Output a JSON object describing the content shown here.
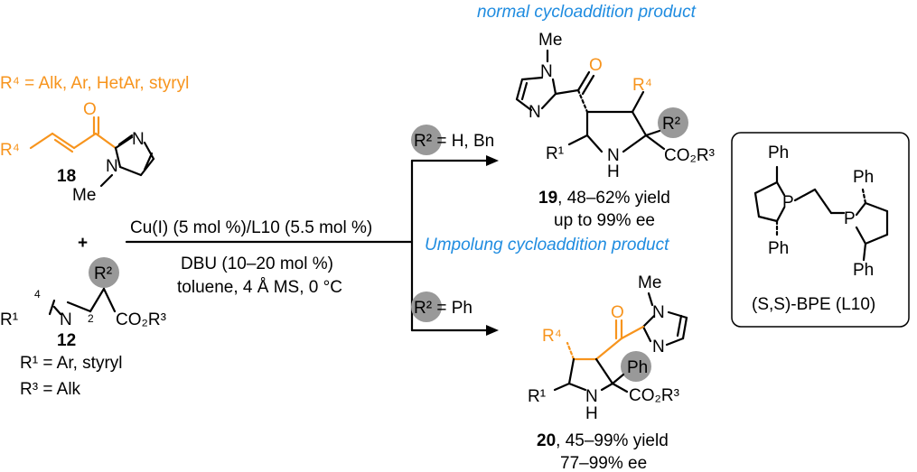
{
  "colors": {
    "accent_orange": "#f7941d",
    "label_blue": "#1f8ce0",
    "circle_gray": "#999999"
  },
  "reactant_18": {
    "r4_definition": "R⁴ = Alk, Ar, HetAr, styryl",
    "r4": "R⁴",
    "compound_number": "18",
    "oxygen": "O",
    "n_ring": "N",
    "n_methyl": "N",
    "methyl": "Me"
  },
  "plus": "+",
  "reactant_12": {
    "r1": "R¹",
    "n": "N",
    "r2": "R²",
    "ester": "CO₂R³",
    "c4": "4",
    "c2": "2",
    "compound_number": "12",
    "r1_definition": "R¹ = Ar, styryl",
    "r3_definition": "R³ = Alk"
  },
  "conditions": {
    "line1": "Cu(I) (5 mol %)/L10 (5.5 mol %)",
    "line2": "DBU (10–20 mol %)",
    "line3": "toluene, 4 Å MS, 0 °C"
  },
  "branch_top": {
    "condition": "R² = H, Bn"
  },
  "branch_bottom": {
    "condition": "R² = Ph"
  },
  "product_19": {
    "heading": "normal cycloaddition product",
    "methyl": "Me",
    "n_methyl": "N",
    "n_ring": "N",
    "oxygen": "O",
    "r4": "R⁴",
    "r2": "R²",
    "r1": "R¹",
    "nh_n": "N",
    "nh_h": "H",
    "ester": "CO₂R³",
    "compound_number": "19",
    "yield": ", 48–62% yield",
    "ee": "up to 99% ee"
  },
  "product_20": {
    "heading": "Umpolung cycloaddition product",
    "methyl": "Me",
    "n_methyl": "N",
    "n_ring": "N",
    "oxygen": "O",
    "r4": "R⁴",
    "ph": "Ph",
    "r1": "R¹",
    "nh_n": "N",
    "nh_h": "H",
    "ester": "CO₂R³",
    "compound_number": "20",
    "yield": ", 45–99% yield",
    "ee": "77–99% ee"
  },
  "ligand": {
    "ph_top_left": "Ph",
    "ph_top_right": "Ph",
    "ph_bottom_left": "Ph",
    "ph_bottom_right": "Ph",
    "p_left": "P",
    "p_right": "P",
    "name": "(S,S)-BPE (L10)"
  }
}
